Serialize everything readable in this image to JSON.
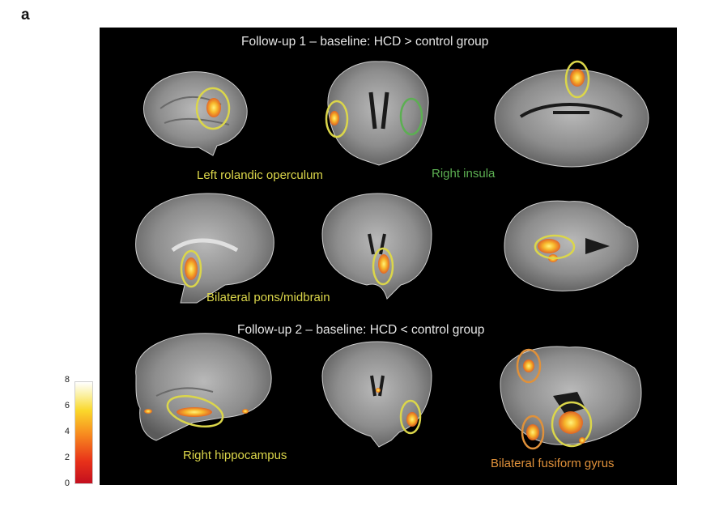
{
  "panel_label": "a",
  "titles": {
    "followup1": "Follow-up 1 – baseline: HCD > control group",
    "followup2": "Follow-up 2 – baseline: HCD < control group"
  },
  "regions": {
    "left_rolandic": "Left rolandic operculum",
    "right_insula": "Right insula",
    "bilateral_pons": "Bilateral pons/midbrain",
    "right_hippocampus": "Right hippocampus",
    "bilateral_fusiform": "Bilateral fusiform gyrus"
  },
  "colorbar": {
    "ticks": [
      "8",
      "6",
      "4",
      "2",
      "0"
    ],
    "gradient": [
      "#c40f1e",
      "#e8321a",
      "#f7891f",
      "#fad82b",
      "#fbf2a8",
      "#ffffff"
    ]
  },
  "colors": {
    "background": "#000000",
    "highlight_yellow": "#dbd64a",
    "highlight_green": "#5caf52",
    "highlight_orange": "#e0913a"
  }
}
